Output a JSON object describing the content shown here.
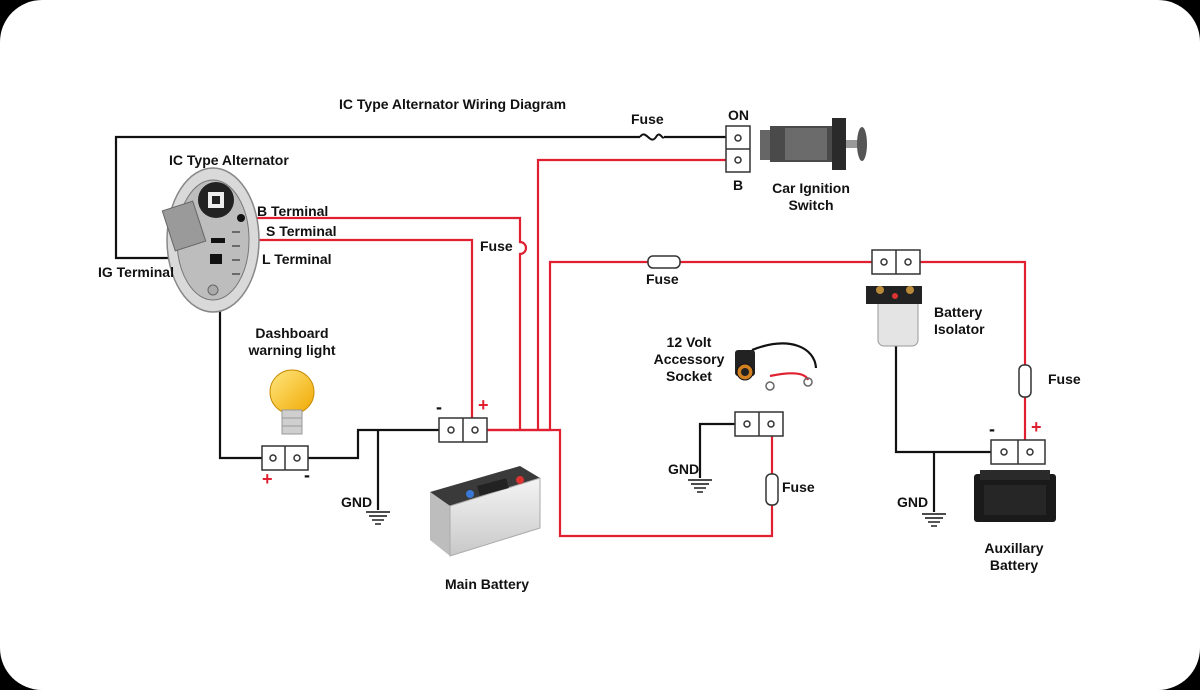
{
  "title": "IC Type Alternator Wiring Diagram",
  "alternator": {
    "label": "IC Type Alternator",
    "b_terminal": "B Terminal",
    "s_terminal": "S Terminal",
    "l_terminal": "L Terminal",
    "ig_terminal": "IG Terminal"
  },
  "ignition": {
    "on_label": "ON",
    "b_label": "B",
    "switch_label_line1": "Car Ignition",
    "switch_label_line2": "Switch"
  },
  "fuse_label": "Fuse",
  "dashboard_light": {
    "line1": "Dashboard",
    "line2": "warning light"
  },
  "accessory_socket": {
    "line1": "12 Volt",
    "line2": "Accessory",
    "line3": "Socket"
  },
  "battery_isolator": {
    "line1": "Battery",
    "line2": "Isolator"
  },
  "main_battery": "Main Battery",
  "aux_battery": {
    "line1": "Auxillary",
    "line2": "Battery"
  },
  "gnd_label": "GND",
  "plus_sign": "+",
  "minus_sign": "-",
  "colors": {
    "positive_wire": "#e02030",
    "ground_wire": "#111111"
  }
}
